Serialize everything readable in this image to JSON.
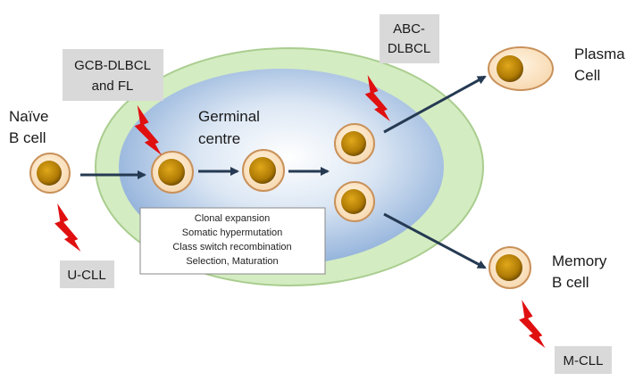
{
  "labels": {
    "naive_line1": "Naïve",
    "naive_line2": "B cell",
    "germinal_line1": "Germinal",
    "germinal_line2": "centre",
    "plasma_line1": "Plasma",
    "plasma_line2": "Cell",
    "memory_line1": "Memory",
    "memory_line2": "B cell"
  },
  "boxes": {
    "gcb_line1": "GCB-DLBCL",
    "gcb_line2": "and FL",
    "abc_line1": "ABC-",
    "abc_line2": "DLBCL",
    "ucll": "U-CLL",
    "mcll": "M-CLL"
  },
  "processes": [
    "Clonal expansion",
    "Somatic hypermutation",
    "Class switch recombination",
    "Selection, Maturation"
  ],
  "icons": {
    "lightning": "lightning-bolt-icon",
    "cell": "b-cell-icon"
  },
  "colors": {
    "outer_ellipse": "#d4ecc1",
    "outer_border": "#a9cd8f",
    "inner_gradient_center": "#ffffff",
    "inner_gradient_edge": "#8fb2dc",
    "cell_fill": "#fde6c8",
    "cell_border": "#c9915a",
    "nucleus": "#c8920f",
    "nucleus_dark": "#7a5400",
    "lightning": "#e01010",
    "box_fill": "#d9d9d9",
    "arrow": "#253a52"
  }
}
